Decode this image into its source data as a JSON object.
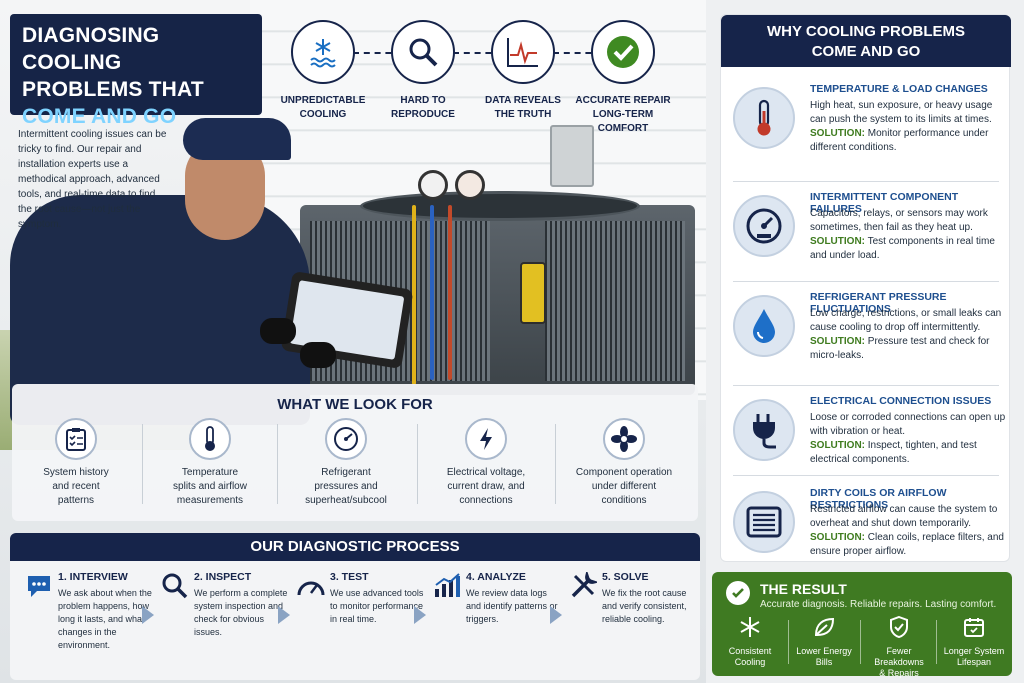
{
  "title": {
    "line1": "DIAGNOSING COOLING",
    "line2": "PROBLEMS THAT",
    "line3": "COME AND GO"
  },
  "intro": "Intermittent cooling issues can be tricky to find. Our repair and installation experts use a methodical approach, advanced tools, and real-time data to find the root cause—not just the symptom.",
  "flow": [
    {
      "icon": "snowflake-waves-icon",
      "line1": "UNPREDICTABLE",
      "line2": "COOLING"
    },
    {
      "icon": "magnifier-icon",
      "line1": "HARD TO",
      "line2": "REPRODUCE"
    },
    {
      "icon": "heartbeat-chart-icon",
      "line1": "DATA REVEALS",
      "line2": "THE TRUTH"
    },
    {
      "icon": "checkmark-icon",
      "line1": "ACCURATE REPAIR",
      "line2": "LONG-TERM COMFORT"
    }
  ],
  "look_for": {
    "heading": "WHAT WE LOOK FOR",
    "items": [
      {
        "icon": "clipboard-icon",
        "line1": "System history",
        "line2": "and recent",
        "line3": "patterns"
      },
      {
        "icon": "thermometer-icon",
        "line1": "Temperature",
        "line2": "splits and airflow",
        "line3": "measurements"
      },
      {
        "icon": "pressure-gauge-icon",
        "line1": "Refrigerant",
        "line2": "pressures and",
        "line3": "superheat/subcool"
      },
      {
        "icon": "lightning-icon",
        "line1": "Electrical voltage,",
        "line2": "current draw, and",
        "line3": "connections"
      },
      {
        "icon": "fan-icon",
        "line1": "Component operation",
        "line2": "under different",
        "line3": "conditions"
      }
    ]
  },
  "process": {
    "heading": "OUR DIAGNOSTIC PROCESS",
    "steps": [
      {
        "icon": "chat-bubble-icon",
        "title": "1. INTERVIEW",
        "desc": "We ask about when the problem happens, how long it lasts, and what changes in the environment."
      },
      {
        "icon": "search-icon",
        "title": "2. INSPECT",
        "desc": "We perform a complete system inspection and check for obvious issues."
      },
      {
        "icon": "speedometer-icon",
        "title": "3. TEST",
        "desc": "We use advanced tools to monitor performance in real time."
      },
      {
        "icon": "bar-chart-icon",
        "title": "4. ANALYZE",
        "desc": "We review data logs and identify patterns or triggers."
      },
      {
        "icon": "wrench-screwdriver-icon",
        "title": "5. SOLVE",
        "desc": "We fix the root cause and verify consistent, reliable cooling."
      }
    ]
  },
  "why": {
    "heading_line1": "WHY COOLING PROBLEMS",
    "heading_line2": "COME AND GO",
    "solution_label": "SOLUTION:",
    "items": [
      {
        "icon": "thermometer-icon",
        "title": "TEMPERATURE & LOAD CHANGES",
        "desc": "High heat, sun exposure, or heavy usage can push the system to its limits at times.",
        "solution": "Monitor performance under different conditions."
      },
      {
        "icon": "gauge-icon",
        "title": "INTERMITTENT COMPONENT FAILURES",
        "desc": "Capacitors, relays, or sensors may work sometimes, then fail as they heat up.",
        "solution": "Test components in real time and under load."
      },
      {
        "icon": "water-drop-icon",
        "title": "REFRIGERANT PRESSURE FLUCTUATIONS",
        "desc": "Low charge, restrictions, or small leaks can cause cooling to drop off intermittently.",
        "solution": "Pressure test and check for micro-leaks."
      },
      {
        "icon": "plug-icon",
        "title": "ELECTRICAL CONNECTION ISSUES",
        "desc": "Loose or corroded connections can open up with vibration or heat.",
        "solution": "Inspect, tighten, and test electrical components."
      },
      {
        "icon": "vent-grille-icon",
        "title": "DIRTY COILS OR AIRFLOW RESTRICTIONS",
        "desc": "Restricted airflow can cause the system to overheat and shut down temporarily.",
        "solution": "Clean coils, replace filters, and ensure proper airflow."
      }
    ]
  },
  "result": {
    "heading": "THE RESULT",
    "subtitle": "Accurate diagnosis. Reliable repairs. Lasting comfort.",
    "benefits": [
      {
        "icon": "snowflake-icon",
        "line1": "Consistent",
        "line2": "Cooling"
      },
      {
        "icon": "leaf-icon",
        "line1": "Lower Energy",
        "line2": "Bills"
      },
      {
        "icon": "shield-icon",
        "line1": "Fewer Breakdowns",
        "line2": "& Repairs"
      },
      {
        "icon": "calendar-icon",
        "line1": "Longer System",
        "line2": "Lifespan"
      }
    ]
  },
  "colors": {
    "navy": "#16244a",
    "accent_blue": "#7fd3ff",
    "title_blue": "#1e4f8f",
    "solution_green": "#3e7b1e",
    "result_green": "#3f7a22"
  }
}
